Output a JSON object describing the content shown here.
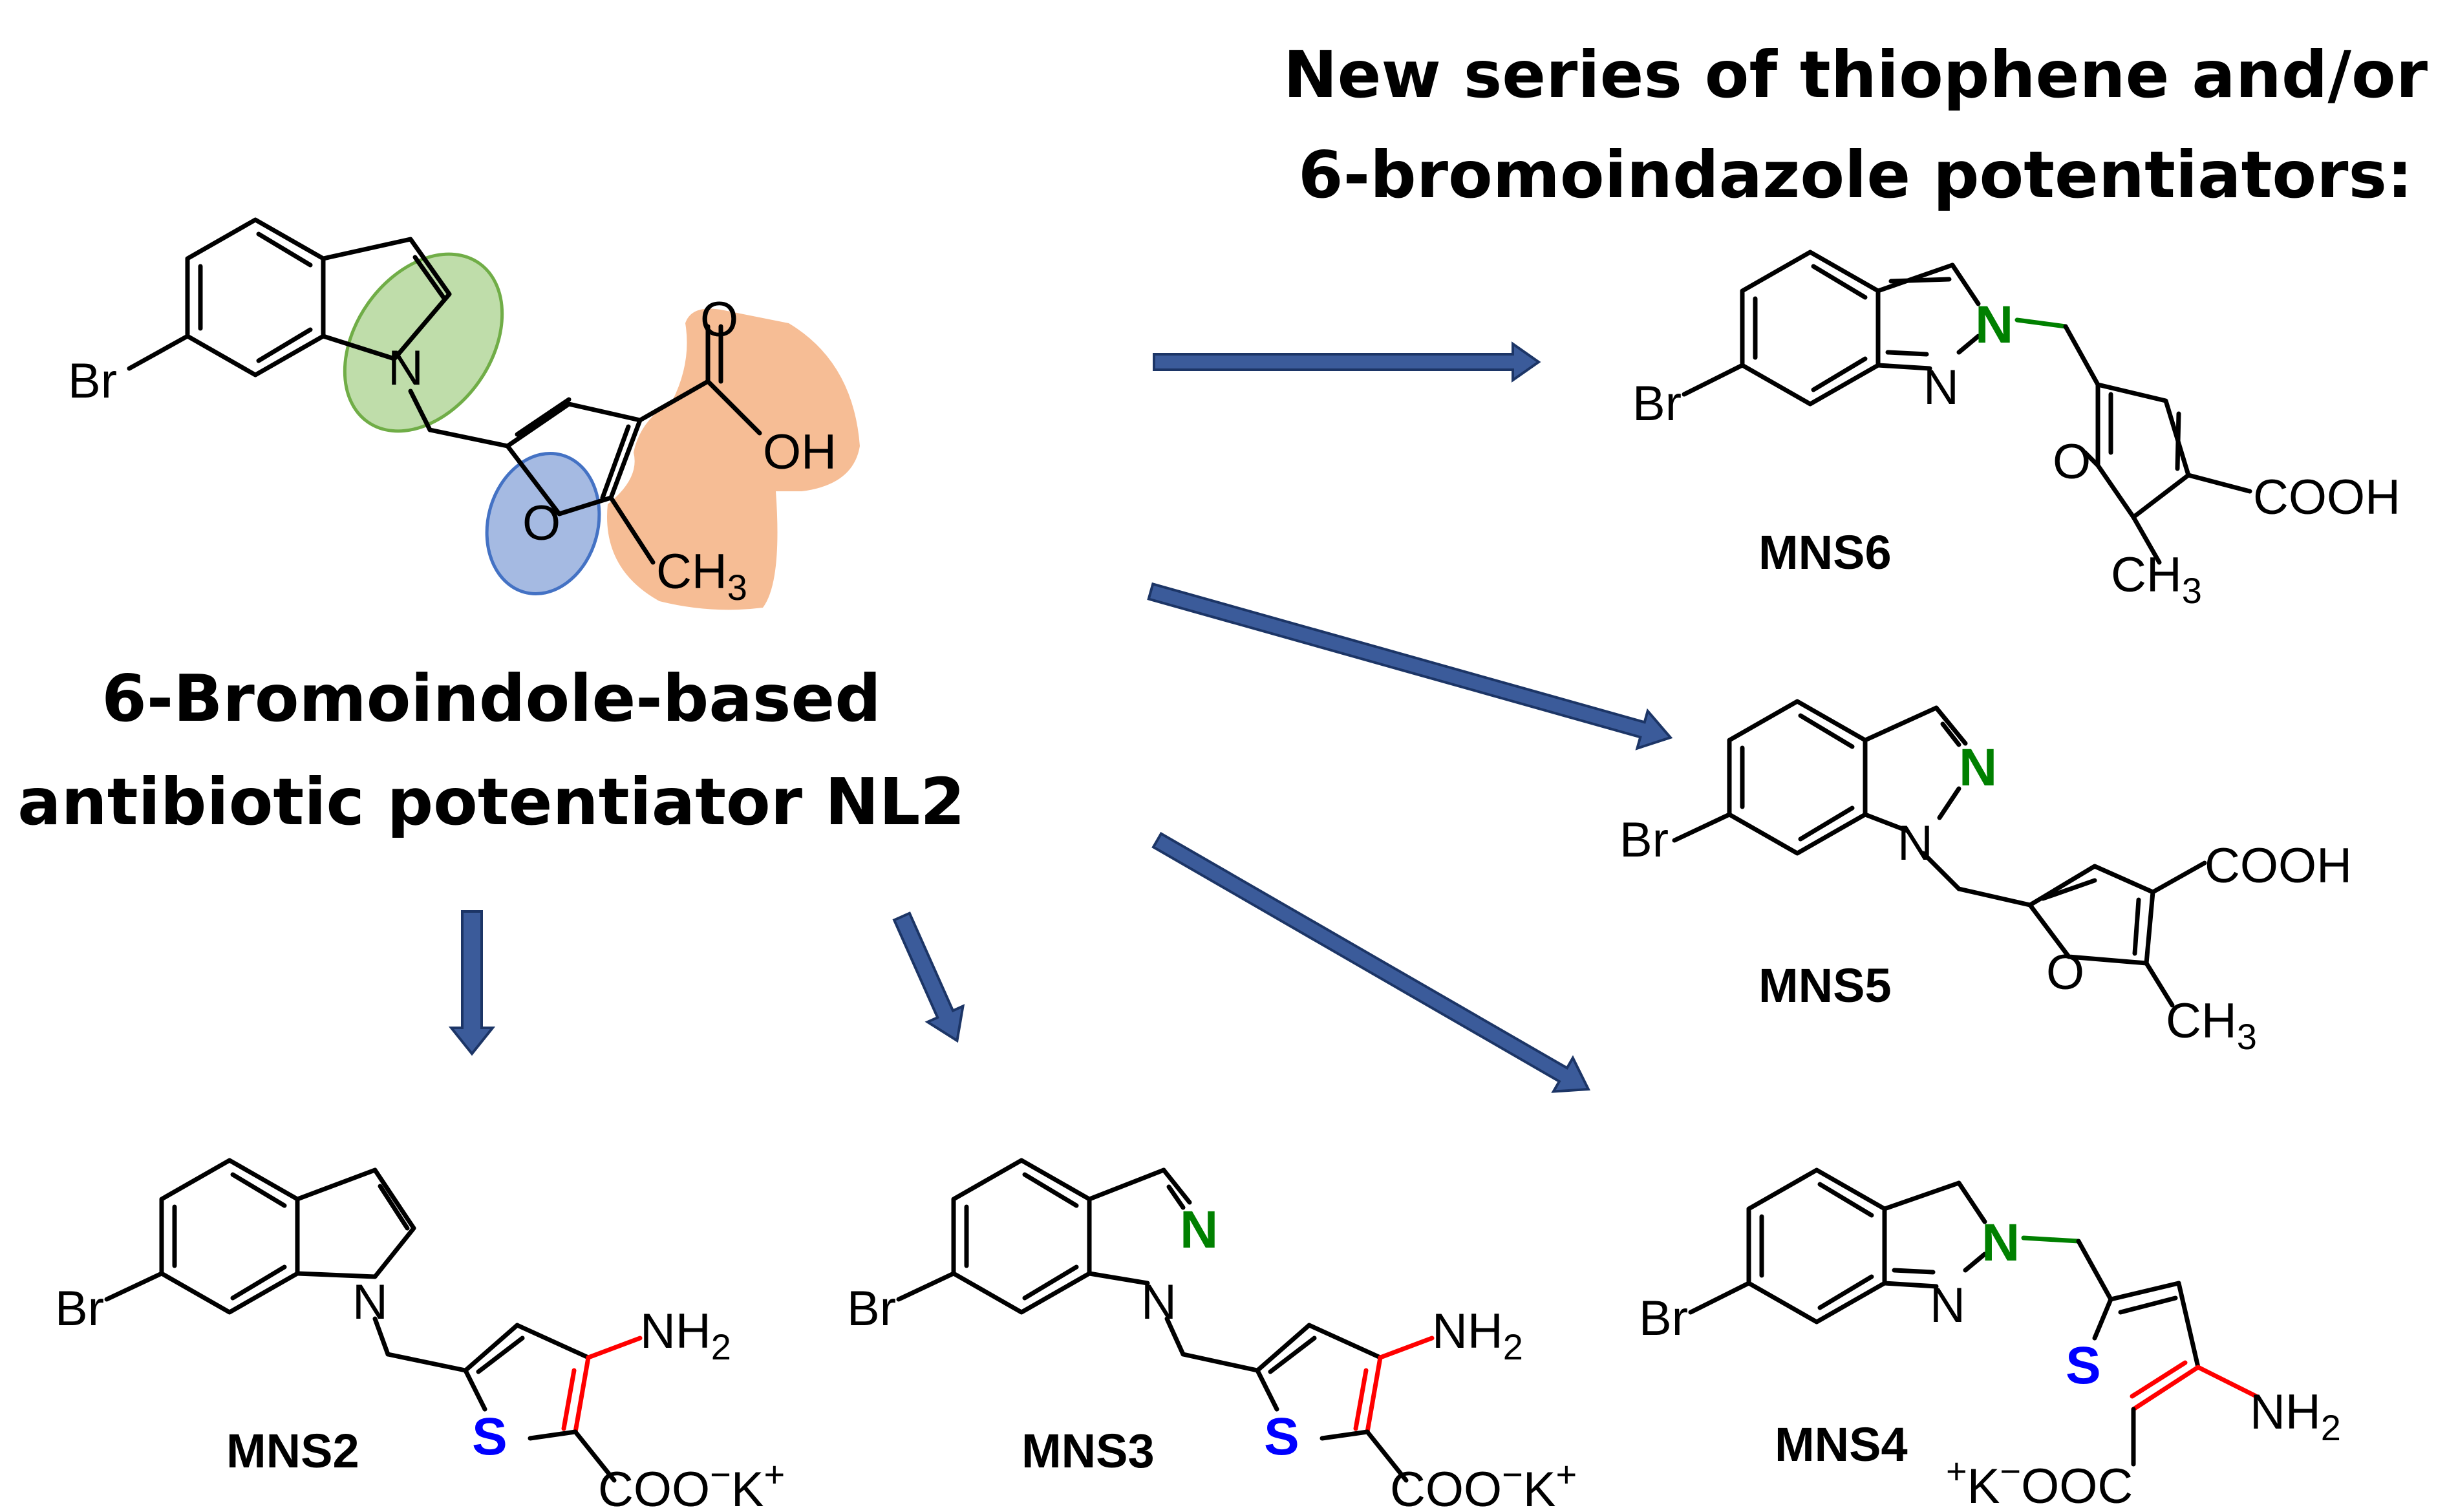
{
  "header": {
    "line1": "New series of thiophene and/or",
    "line2": "6-bromoindazole potentiators:"
  },
  "lead": {
    "caption_line1": "6-Bromoindole-based",
    "caption_line2": "antibiotic potentiator NL2",
    "atoms": {
      "br": "Br",
      "n": "N",
      "o": "O",
      "oh": "OH",
      "carbonyl_o": "O",
      "ch3": "CH",
      "ch3_sub": "3"
    },
    "highlight_colors": {
      "indole_n": "#a9d18e",
      "furan_o": "#8ea9db",
      "acid_methyl": "#f4b183"
    }
  },
  "compounds": {
    "mns6": {
      "label": "MNS6",
      "br": "Br",
      "n1": "N",
      "n2": "N",
      "o": "O",
      "acid": "COOH",
      "ch3": "CH",
      "ch3_sub": "3"
    },
    "mns5": {
      "label": "MNS5",
      "br": "Br",
      "n1": "N",
      "n2": "N",
      "o": "O",
      "acid": "COOH",
      "ch3": "CH",
      "ch3_sub": "3"
    },
    "mns2": {
      "label": "MNS2",
      "br": "Br",
      "n": "N",
      "s": "S",
      "nh2": "NH",
      "nh2_sub": "2",
      "salt": "COO",
      "salt_sup1": "−",
      "salt_k": "K",
      "salt_sup2": "+"
    },
    "mns3": {
      "label": "MNS3",
      "br": "Br",
      "n1": "N",
      "n2": "N",
      "s": "S",
      "nh2": "NH",
      "nh2_sub": "2",
      "salt": "COO",
      "salt_sup1": "−",
      "salt_k": "K",
      "salt_sup2": "+"
    },
    "mns4": {
      "label": "MNS4",
      "br": "Br",
      "n1": "N",
      "n2": "N",
      "s": "S",
      "nh2": "NH",
      "nh2_sub": "2",
      "salt_sup1": "+",
      "salt_k": "K",
      "salt_sup2": "−",
      "salt": "OOC"
    }
  },
  "colors": {
    "nitrogen_highlight": "#008000",
    "sulfur": "#0000ff",
    "amine_red": "#ff0000",
    "arrow_fill": "#3b5b9a"
  }
}
